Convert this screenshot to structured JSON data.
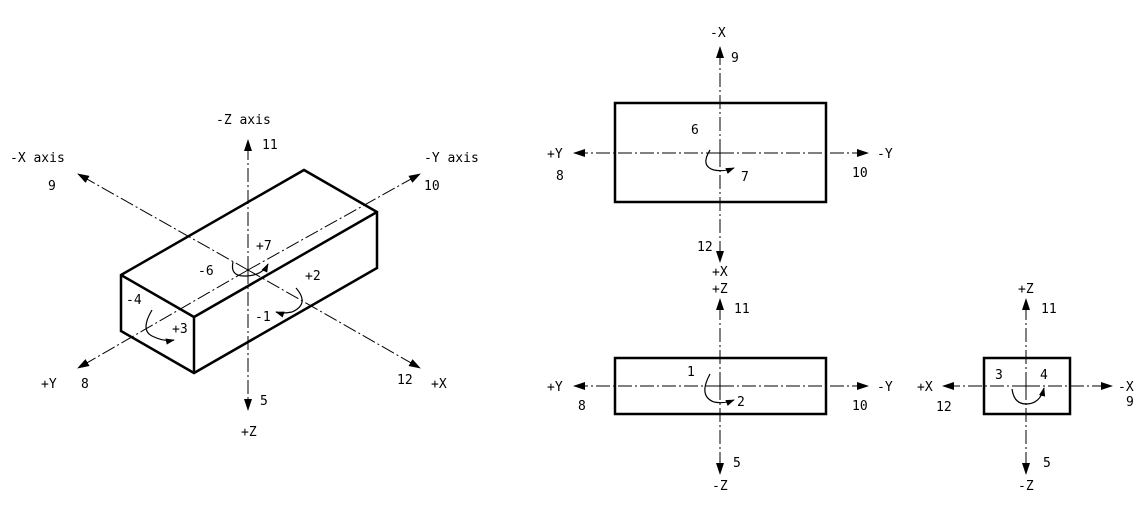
{
  "iso": {
    "neg_z_axis": "-Z axis",
    "neg_x_axis": "-X axis",
    "neg_y_axis": "-Y axis",
    "pos_z": "+Z",
    "pos_y": "+Y",
    "pos_x": "+X",
    "n9": "9",
    "n10": "10",
    "n11": "11",
    "n8": "8",
    "n12": "12",
    "n5": "5",
    "rot_p7": "+7",
    "rot_m6": "-6",
    "rot_p2": "+2",
    "rot_m1": "-1",
    "rot_m4": "-4",
    "rot_p3": "+3"
  },
  "top_view": {
    "neg_x": "-X",
    "n9": "9",
    "pos_y": "+Y",
    "n8": "8",
    "neg_y": "-Y",
    "n10": "10",
    "n12": "12",
    "rot6": "6",
    "rot7": "7"
  },
  "front_view": {
    "pos_x": "+X",
    "pos_z": "+Z",
    "n11": "11",
    "pos_y": "+Y",
    "n8": "8",
    "neg_y": "-Y",
    "n10": "10",
    "n5": "5",
    "neg_z": "-Z",
    "rot1": "1",
    "rot2": "2"
  },
  "side_view": {
    "pos_z": "+Z",
    "n11": "11",
    "pos_x": "+X",
    "n12": "12",
    "neg_x": "-X",
    "n9": "9",
    "n5": "5",
    "neg_z": "-Z",
    "rot3": "3",
    "rot4": "4"
  }
}
